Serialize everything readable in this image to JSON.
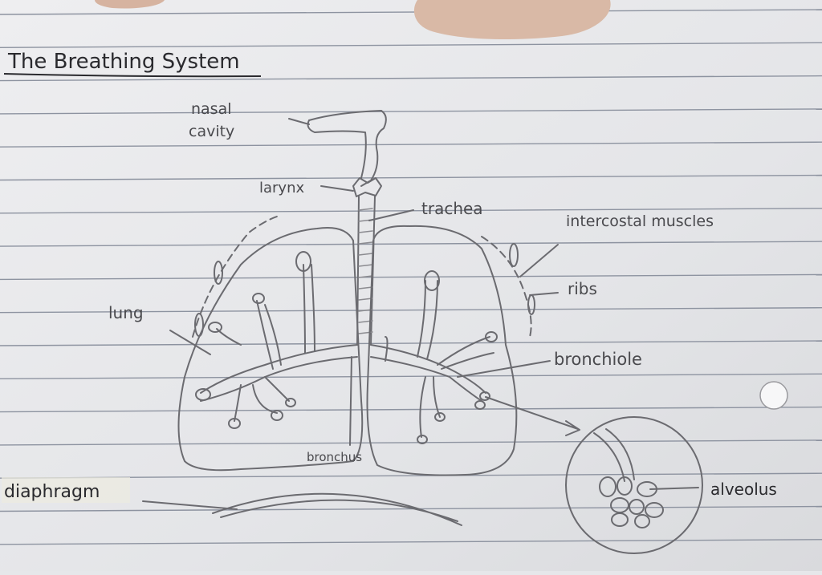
{
  "title": "The Breathing System",
  "labels": {
    "nasal_cavity_line1": "nasal",
    "nasal_cavity_line2": "cavity",
    "larynx": "larynx",
    "trachea": "trachea",
    "intercostal_muscles": "intercostal muscles",
    "ribs": "ribs",
    "lung": "lung",
    "bronchiole": "bronchiole",
    "bronchus": "bronchus",
    "diaphragm": "diaphragm",
    "alveolus": "alveolus"
  },
  "colors": {
    "paper": "#e6e7ea",
    "rule": "#8d93a0",
    "pencil": "#6b6b70",
    "ink": "#2a2a2e",
    "skin": "#d9b9a6"
  }
}
